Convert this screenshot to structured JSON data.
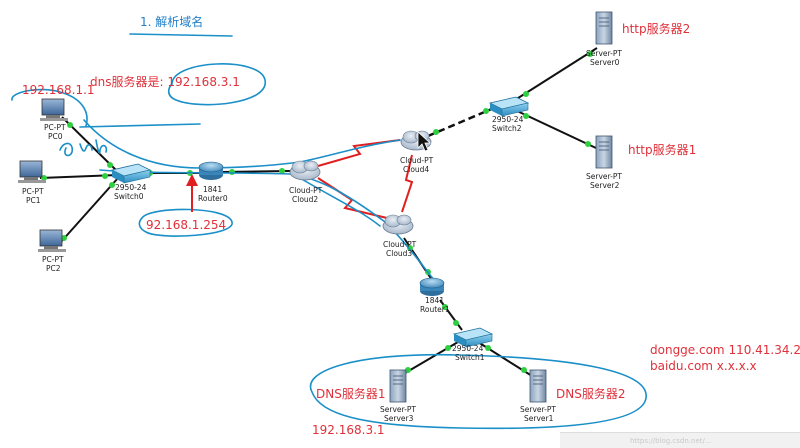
{
  "title": "1. 解析域名",
  "annotations": {
    "dns_server_is": "dns服务器是: 192.168.3.1",
    "pc0_ip": "192.168.1.1",
    "router_ip": "92.168.1.254",
    "http_server_2": "http服务器2",
    "http_server_1": "http服务器1",
    "dns_server_1": "DNS服务器1",
    "dns_server_2": "DNS服务器2",
    "server3_ip": "192.168.3.1",
    "dns_records": [
      "dongge.com  110.41.34.2",
      "baidu.com  x.x.x.x"
    ],
    "handwriting": "arp"
  },
  "devices": {
    "pc0": {
      "type": "PC-PT",
      "name": "PC0"
    },
    "pc1": {
      "type": "PC-PT",
      "name": "PC1"
    },
    "pc2": {
      "type": "PC-PT",
      "name": "PC2"
    },
    "switch0": {
      "type": "2950-24",
      "name": "Switch0"
    },
    "router0": {
      "type": "1841",
      "name": "Router0"
    },
    "cloud2": {
      "type": "Cloud-PT",
      "name": "Cloud2"
    },
    "cloud4": {
      "type": "Cloud-PT",
      "name": "Cloud4"
    },
    "cloud3": {
      "type": "Cloud-PT",
      "name": "Cloud3"
    },
    "router1": {
      "type": "1841",
      "name": "Router1"
    },
    "switch1": {
      "type": "2950-24",
      "name": "Switch1"
    },
    "switch2": {
      "type": "2950-24",
      "name": "Switch2"
    },
    "server0": {
      "type": "Server-PT",
      "name": "Server0"
    },
    "server2": {
      "type": "Server-PT",
      "name": "Server2"
    },
    "server3": {
      "type": "Server-PT",
      "name": "Server3"
    },
    "server1": {
      "type": "Server-PT",
      "name": "Server1"
    }
  },
  "colors": {
    "link": "#111111",
    "port_up": "#2fd040",
    "wan_link": "#e02020",
    "annotation_red": "#e0303a",
    "ink_blue": "#1a8fc8",
    "title_blue": "#1f7fc9"
  }
}
